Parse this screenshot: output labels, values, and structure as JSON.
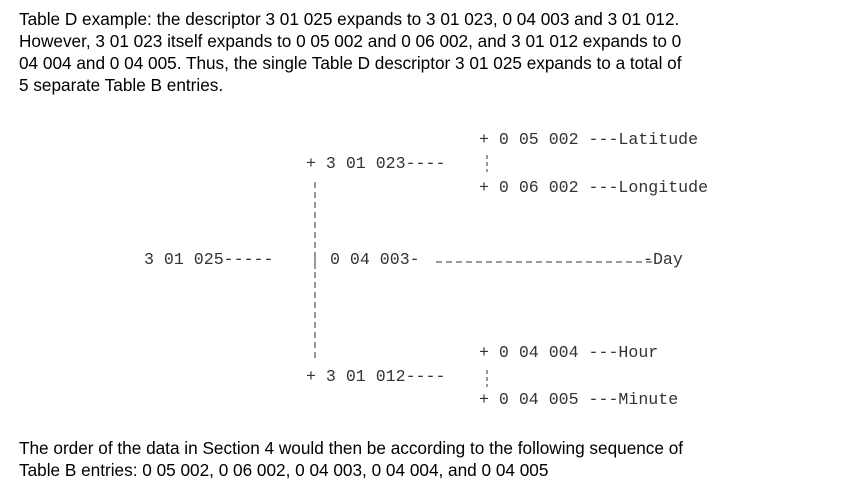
{
  "intro": {
    "lines": [
      "Table D example: the descriptor 3 01 025 expands to 3 01 023, 0 04 003 and 3 01 012.",
      "However, 3 01 023 itself expands to 0 05 002 and 0 06 002, and 3 01 012 expands to 0",
      "04 004 and 0 04 005.  Thus, the single Table D descriptor 3 01 025 expands to a total of",
      "5 separate Table B entries."
    ]
  },
  "diagram": {
    "latitude": "+ 0 05 002 ---Latitude",
    "d301023": "+ 3 01 023----",
    "longitude": "+ 0 06 002 ---Longitude",
    "root": "3 01 025-----",
    "day_prefix": "0 04 003-",
    "day_label": "-Day",
    "hour": "+ 0 04 004 ---Hour",
    "d301012": "+ 3 01 012----",
    "minute": "+ 0 04 005 ---Minute"
  },
  "outro": {
    "lines": [
      "The order of the data in Section 4 would then be according to the following sequence of",
      "Table B entries: 0 05 002, 0 06 002, 0 04 003, 0 04 004, and 0 04 005"
    ]
  }
}
